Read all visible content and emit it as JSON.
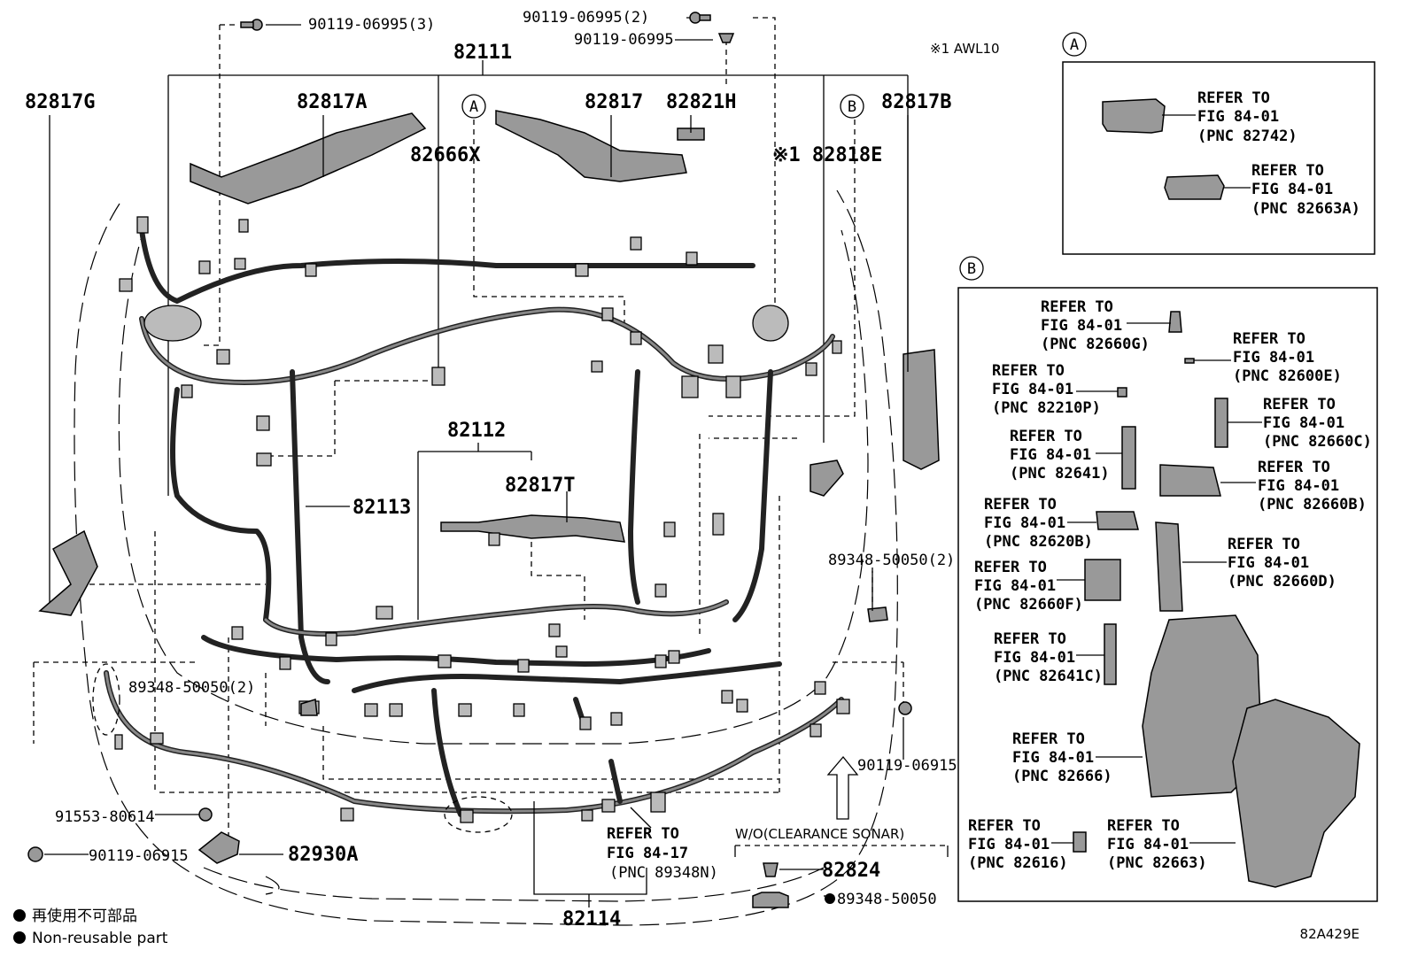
{
  "diagram_code": "82A429E",
  "note_label": "※1 AWL10",
  "callout_a": "A",
  "callout_b": "B",
  "parts": {
    "p82111": "82111",
    "p82817G": "82817G",
    "p82817A": "82817A",
    "p82666X": "82666X",
    "p82817": "82817",
    "p82821H": "82821H",
    "p82818E": "※1 82818E",
    "p82817B": "82817B",
    "p82112": "82112",
    "p82817T": "82817T",
    "p82113": "82113",
    "p82114": "82114",
    "p82930A": "82930A",
    "p82824": "82824",
    "bolt_top_left": "90119-06995(3)",
    "bolt_top_mid2": "90119-06995(2)",
    "bolt_top_mid": "90119-06995",
    "clip_right": "89348-50050(2)",
    "clip_left": "89348-50050(2)",
    "bolt_right": "90119-06915",
    "bolt_low_left": "91553-80614",
    "bolt_bottom_left": "90119-06915",
    "clip_sonar": "89348-50050"
  },
  "refer_main": {
    "l1": "REFER TO",
    "l2": "FIG 84-17",
    "l3": "(PNC 89348N)"
  },
  "sonar_label": "W/O(CLEARANCE SONAR)",
  "box_a": [
    {
      "l1": "REFER TO",
      "l2": "FIG 84-01",
      "l3": "(PNC 82742)"
    },
    {
      "l1": "REFER TO",
      "l2": "FIG 84-01",
      "l3": "(PNC 82663A)"
    }
  ],
  "box_b": [
    {
      "l1": "REFER TO",
      "l2": "FIG 84-01",
      "l3": "(PNC 82660G)"
    },
    {
      "l1": "REFER TO",
      "l2": "FIG 84-01",
      "l3": "(PNC 82600E)"
    },
    {
      "l1": "REFER TO",
      "l2": "FIG 84-01",
      "l3": "(PNC 82210P)"
    },
    {
      "l1": "REFER TO",
      "l2": "FIG 84-01",
      "l3": "(PNC 82660C)"
    },
    {
      "l1": "REFER TO",
      "l2": "FIG 84-01",
      "l3": "(PNC 82641)"
    },
    {
      "l1": "REFER TO",
      "l2": "FIG 84-01",
      "l3": "(PNC 82660B)"
    },
    {
      "l1": "REFER TO",
      "l2": "FIG 84-01",
      "l3": "(PNC 82620B)"
    },
    {
      "l1": "REFER TO",
      "l2": "FIG 84-01",
      "l3": "(PNC 82660D)"
    },
    {
      "l1": "REFER TO",
      "l2": "FIG 84-01",
      "l3": "(PNC 82660F)"
    },
    {
      "l1": "REFER TO",
      "l2": "FIG 84-01",
      "l3": "(PNC 82641C)"
    },
    {
      "l1": "REFER TO",
      "l2": "FIG 84-01",
      "l3": "(PNC 82666)"
    },
    {
      "l1": "REFER TO",
      "l2": "FIG 84-01",
      "l3": "(PNC 82616)"
    },
    {
      "l1": "REFER TO",
      "l2": "FIG 84-01",
      "l3": "(PNC 82663)"
    }
  ],
  "legend": {
    "jp": "再使用不可部品",
    "en": "Non-reusable part"
  }
}
